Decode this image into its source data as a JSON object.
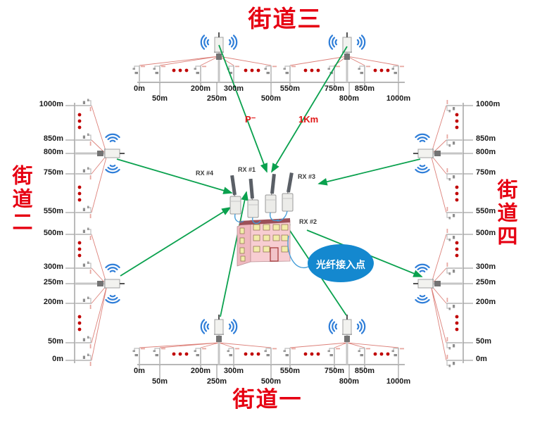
{
  "streets": {
    "top": {
      "title": "街道三"
    },
    "bottom": {
      "title": "街道一"
    },
    "left": {
      "title": "街道二"
    },
    "right": {
      "title": "街道四"
    }
  },
  "scale": [
    "0m",
    "50m",
    "200m",
    "250m",
    "300m",
    "500m",
    "550m",
    "750m",
    "800m",
    "850m",
    "1000m"
  ],
  "hub": {
    "rx1": "RX #1",
    "rx2": "RX #2",
    "rx3": "RX #3",
    "rx4": "RX #4",
    "fiber_access": "光纤接入点"
  },
  "links": {
    "label_left": "P⁻",
    "label_right": "1Km"
  },
  "icons": {
    "wifi": "radio-waves",
    "ellipsis_dots": "•••",
    "street_pole": "streetlight",
    "relay": "relay-antenna-unit"
  },
  "colors": {
    "street_title_red": "#e60012",
    "link_green": "#0aa14e",
    "wifi_blue": "#2f7ed8",
    "fiber_node_blue": "#1488cf",
    "dot_red": "#c00000",
    "fan_line_red": "#d9736b",
    "building_pink": "#f7cdd2",
    "window_yellow": "#f3edaa"
  }
}
